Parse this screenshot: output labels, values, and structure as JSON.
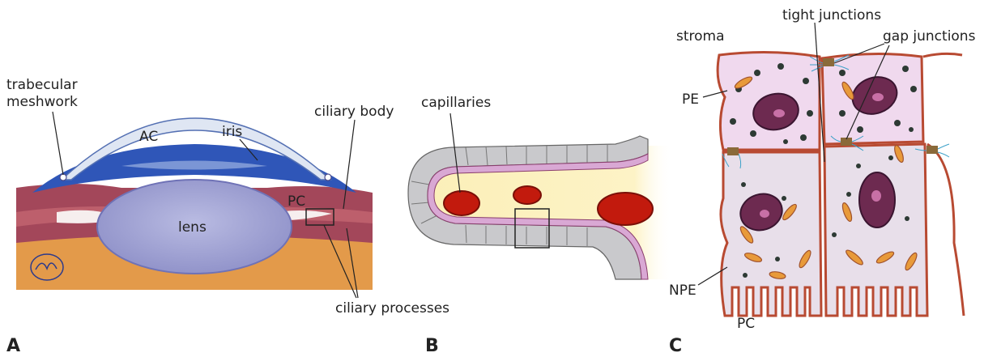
{
  "figure": {
    "panel_a": {
      "letter": "A",
      "labels": {
        "trabecular_1": "trabecular",
        "trabecular_2": "meshwork",
        "ac": "AC",
        "iris": "iris",
        "ciliary_body": "ciliary body",
        "pc": "PC",
        "lens": "lens",
        "ciliary_processes": "ciliary processes"
      }
    },
    "panel_b": {
      "letter": "B",
      "labels": {
        "capillaries": "capillaries"
      }
    },
    "panel_c": {
      "letter": "C",
      "labels": {
        "tight_junctions": "tight junctions",
        "stroma": "stroma",
        "gap_junctions": "gap junctions",
        "pe": "PE",
        "npe": "NPE",
        "pc": "PC"
      }
    }
  },
  "colors": {
    "cornea": "#dfe6f3",
    "iris_blue": "#2f56b8",
    "lens": "#a9abd8",
    "ciliary_red": "#a3475a",
    "orange_tissue": "#e39a4a",
    "capillary_red": "#c21a0d",
    "stroma_yellow": "#fbefb8",
    "pe_cell": "#f0d9ee",
    "npe_cell": "#e8dfea",
    "membrane": "#b84a32"
  }
}
